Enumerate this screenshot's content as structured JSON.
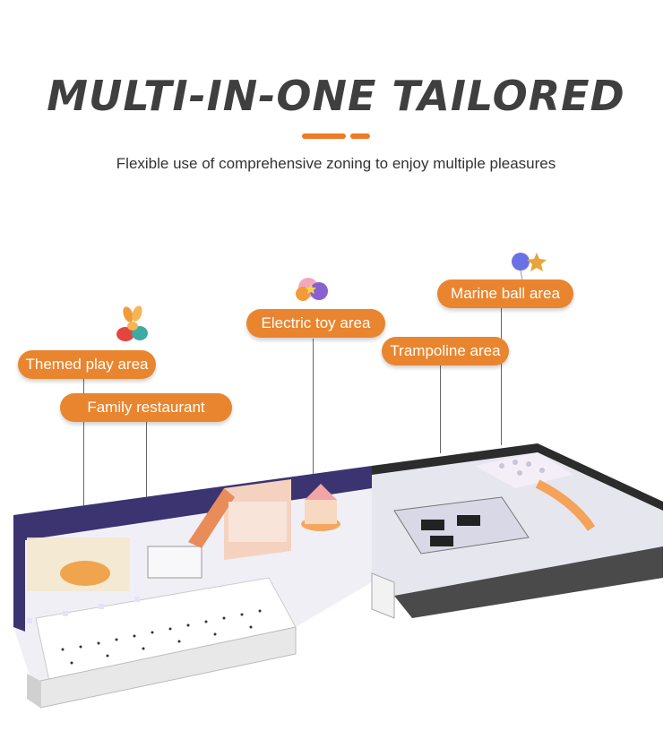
{
  "header": {
    "title": "MULTI-IN-ONE TAILORED",
    "subtitle": "Flexible use of comprehensive zoning to enjoy multiple pleasures"
  },
  "zones": [
    {
      "id": "themed",
      "label": "Themed play area"
    },
    {
      "id": "restaurant",
      "label": "Family restaurant"
    },
    {
      "id": "electric",
      "label": "Electric toy area"
    },
    {
      "id": "trampoline",
      "label": "Trampoline area"
    },
    {
      "id": "marine",
      "label": "Marine ball area"
    }
  ],
  "colors": {
    "accent": "#e9852e",
    "title": "#3f3f3f",
    "wall_purple": "#3b3470",
    "wall_grey": "#4a4a4a"
  }
}
